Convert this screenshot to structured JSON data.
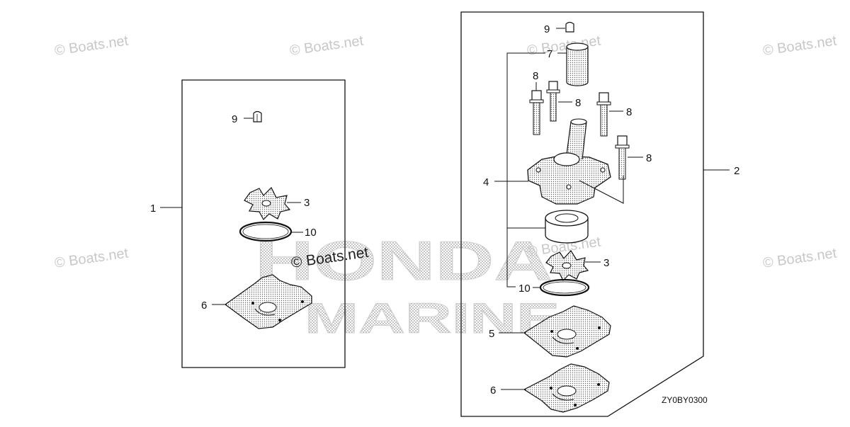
{
  "watermark": "© Boats.net",
  "brand_top": "HONDA",
  "brand_bottom": "MARINE",
  "diagram_code": "ZY0BY0300",
  "callouts": {
    "kit_1": "1",
    "kit_2": "2",
    "impeller": "3",
    "housing": "4",
    "plate_5": "5",
    "plate_6": "6",
    "grommet": "7",
    "bolt": "8",
    "pin": "9",
    "seal_ring": "10"
  }
}
